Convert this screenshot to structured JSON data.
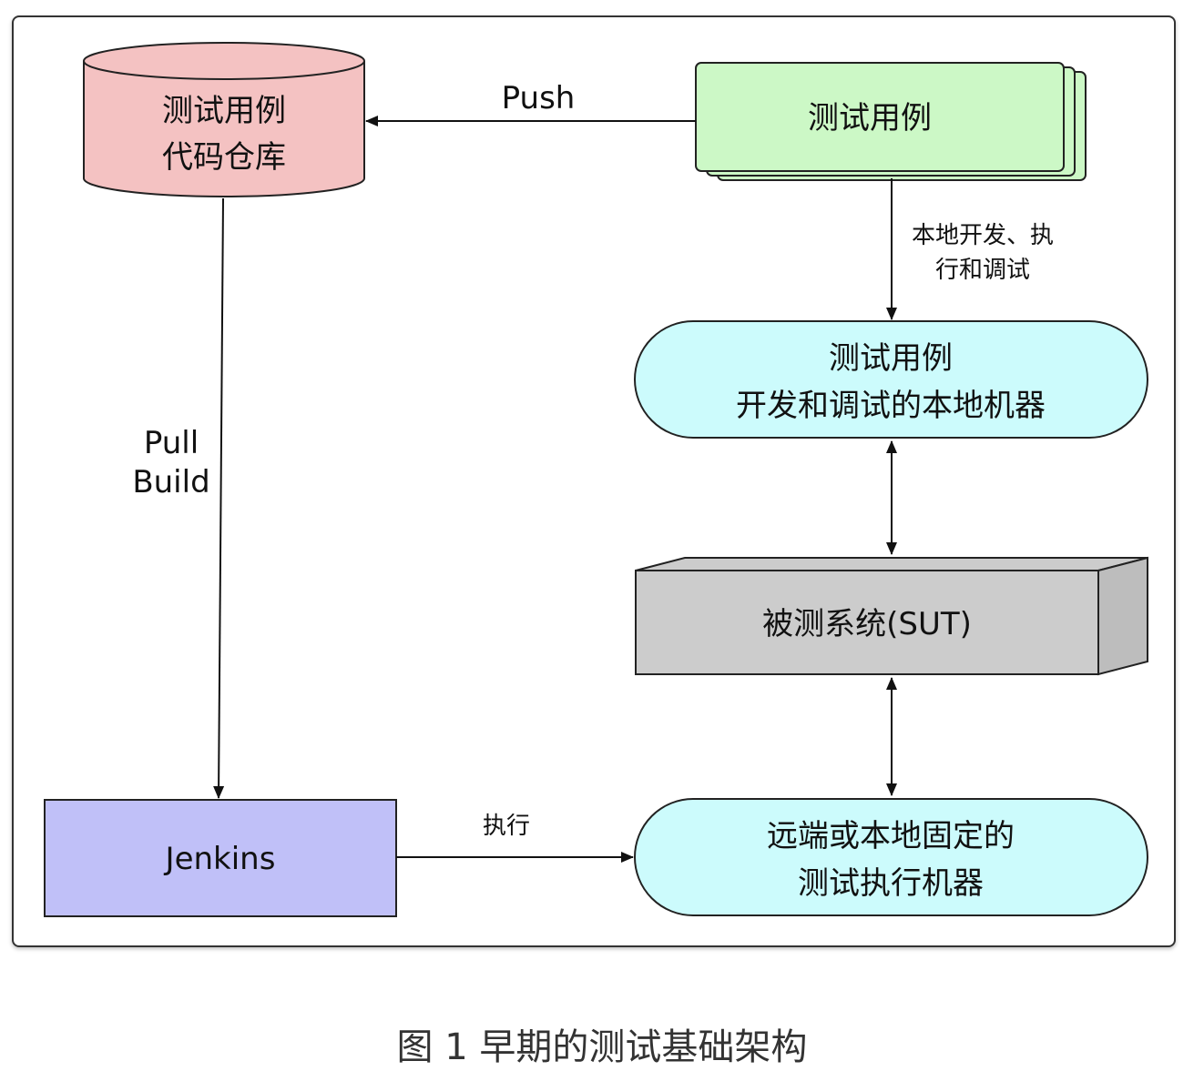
{
  "nodes": {
    "repo": {
      "line1": "测试用例",
      "line2": "代码仓库"
    },
    "testcases": {
      "label": "测试用例"
    },
    "dev_machine": {
      "line1": "测试用例",
      "line2": "开发和调试的本地机器"
    },
    "sut": {
      "label": "被测系统(SUT)"
    },
    "jenkins": {
      "label": "Jenkins"
    },
    "exec_machine": {
      "line1": "远端或本地固定的",
      "line2": "测试执行机器"
    }
  },
  "edges": {
    "push": "Push",
    "pull_line1": "Pull",
    "pull_line2": "Build",
    "local_dev_line1": "本地开发、执",
    "local_dev_line2": "行和调试",
    "execute": "执行"
  },
  "caption": "图 1 早期的测试基础架构",
  "colors": {
    "repo": "#f4c2c2",
    "testcases": "#ccf8c6",
    "machine": "#ccfbfc",
    "sut": "#cccccc",
    "jenkins": "#c0c0f8"
  }
}
